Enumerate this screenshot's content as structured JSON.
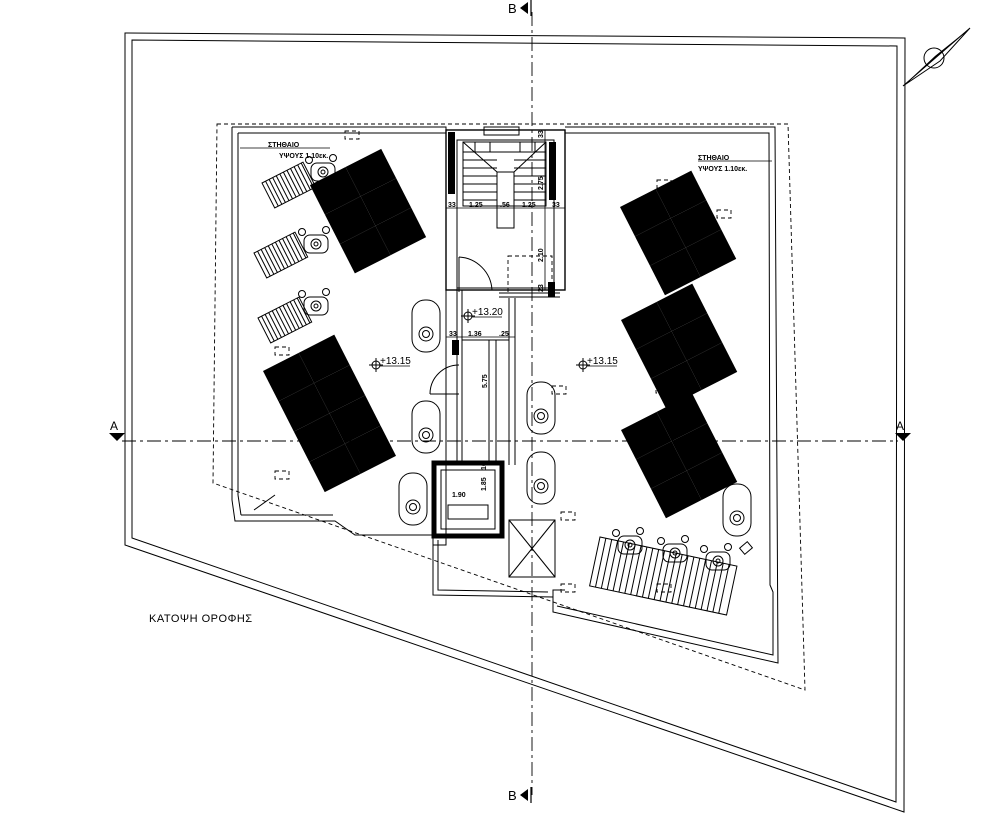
{
  "plan": {
    "title": "ΚΑΤΟΨΗ ΟΡΟΦΗΣ",
    "section_a_label": "A",
    "section_b_label": "B",
    "parapet_left_line1": "ΣΤΗΘΑΙΟ",
    "parapet_left_line2": "ΥΨΟΥΣ 1.10εκ.",
    "parapet_right_line1": "ΣΤΗΘΑΙΟ",
    "parapet_right_line2": "ΥΨΟΥΣ 1.10εκ.",
    "level_left": "+13.15",
    "level_right": "+13.15",
    "level_stair": "+13.20"
  },
  "dimensions": {
    "d33_a": "33",
    "d125_a": "1.25",
    "d56": ".56",
    "d125_b": "1.25",
    "d33_b": "33",
    "d33_top": "33",
    "d275": "2.75",
    "d210": "2.10",
    "d23": "23",
    "d33_c": "33",
    "d136": "1.36",
    "d25": ".25",
    "d575": "5.75",
    "d190": "1.90",
    "d185": "1.85",
    "d10": "10"
  }
}
